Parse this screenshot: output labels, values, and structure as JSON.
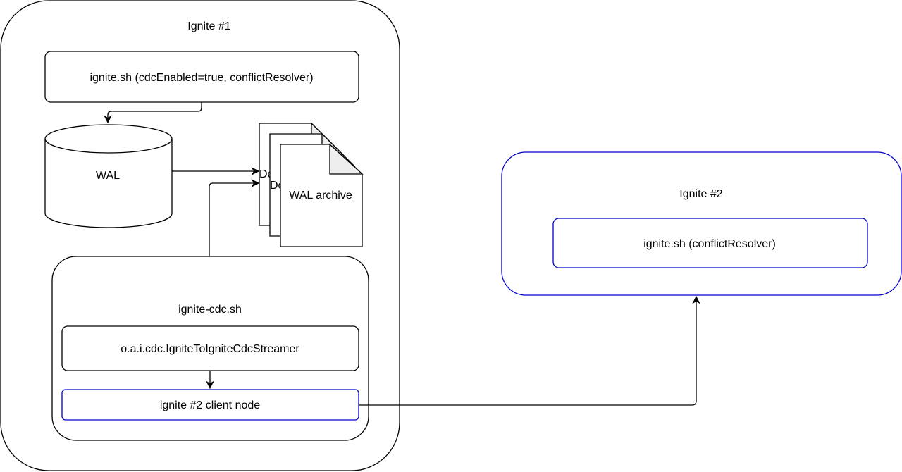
{
  "colors": {
    "stroke_default": "#000000",
    "stroke_accent": "#0000cc",
    "fill_default": "#ffffff",
    "fold_fill": "#eeeeee"
  },
  "nodes": {
    "ignite1": {
      "label": "Ignite #1"
    },
    "ignite_sh": {
      "label": "ignite.sh (cdcEnabled=true, conflictResolver)"
    },
    "wal": {
      "label": "WAL"
    },
    "wal_archive": {
      "label": "WAL archive",
      "back_doc_1_label": "Doc",
      "back_doc_2_label": "Doc"
    },
    "ignite_cdc": {
      "label": "ignite-cdc.sh"
    },
    "streamer": {
      "label": "o.a.i.cdc.IgniteToIgniteCdcStreamer"
    },
    "client_node": {
      "label": "ignite #2 client node"
    },
    "ignite2": {
      "label": "Ignite #2"
    },
    "ignite2_sh": {
      "label": "ignite.sh (conflictResolver)"
    }
  },
  "edges": [
    {
      "from": "ignite_sh",
      "to": "wal"
    },
    {
      "from": "wal",
      "to": "wal_archive"
    },
    {
      "from": "ignite_cdc",
      "to": "wal_archive"
    },
    {
      "from": "streamer",
      "to": "client_node"
    },
    {
      "from": "client_node",
      "to": "ignite2"
    }
  ]
}
